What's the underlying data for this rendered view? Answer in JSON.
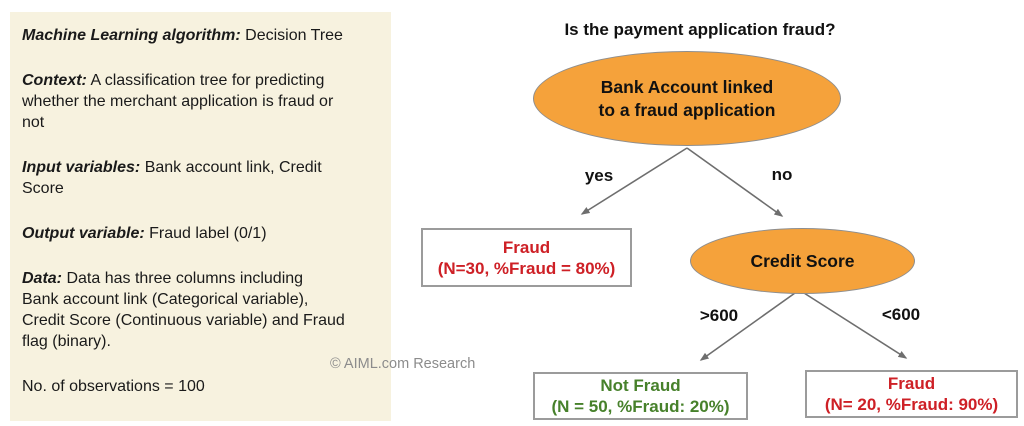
{
  "info_panel": {
    "bg_color": "#f7f2df",
    "paragraphs": [
      {
        "label": "Machine Learning algorithm:",
        "text": " Decision Tree"
      },
      {
        "label": "Context:",
        "text": " A classification tree for predicting\nwhether the merchant application is fraud or\nnot"
      },
      {
        "label": "Input variables:",
        "text": " Bank account link, Credit\nScore"
      },
      {
        "label": "Output variable:",
        "text": " Fraud label (0/1)"
      },
      {
        "label": "Data:",
        "text": " Data has three columns including\nBank account link (Categorical variable),\nCredit Score (Continuous variable) and Fraud\nflag (binary)."
      },
      {
        "label": "",
        "text": "No. of observations = 100"
      }
    ]
  },
  "watermark": "© AIML.com Research",
  "tree": {
    "title": "Is the payment application fraud?",
    "root_node": {
      "line1": "Bank Account linked",
      "line2": "to a fraud application"
    },
    "branch_yes": "yes",
    "branch_no": "no",
    "leaf_fraud_yes": {
      "line1": "Fraud",
      "line2": "(N=30, %Fraud = 80%)"
    },
    "credit_node": {
      "line1": "Credit Score"
    },
    "branch_gt600": ">600",
    "branch_lt600": "<600",
    "leaf_not_fraud": {
      "line1": "Not Fraud",
      "line2": "(N = 50, %Fraud: 20%)"
    },
    "leaf_fraud_lt600": {
      "line1": "Fraud",
      "line2": "(N= 20, %Fraud: 90%)"
    },
    "colors": {
      "node_fill": "#f5a23b",
      "fraud_text": "#ce2026",
      "not_fraud_text": "#47812b",
      "arrow": "#6e6e6e"
    }
  }
}
